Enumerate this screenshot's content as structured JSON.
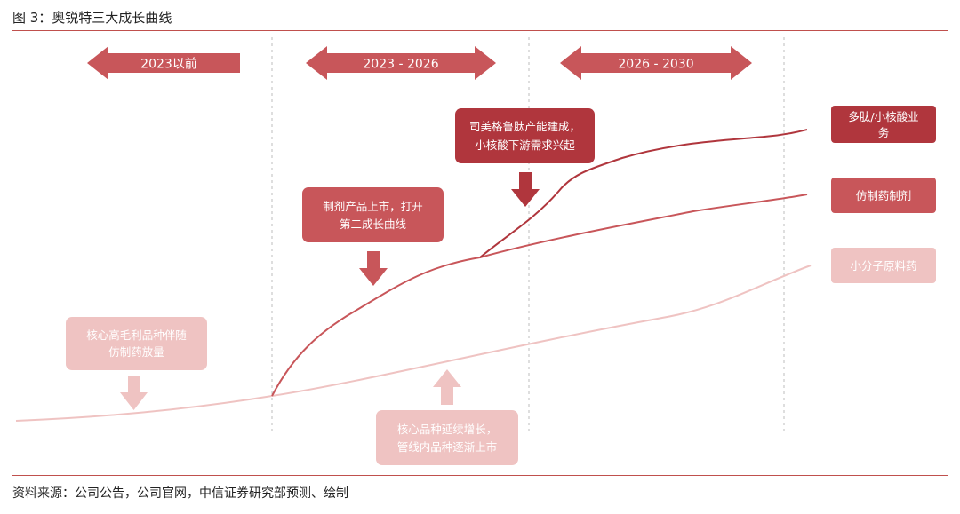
{
  "figure_title": "图 3：奥锐特三大成长曲线",
  "source": "资料来源：公司公告，公司官网，中信证券研究部预测、绘制",
  "periods": [
    "2023以前",
    "2023 - 2026",
    "2026 - 2030"
  ],
  "annotations": {
    "high_margin": [
      "核心高毛利品种伴随",
      "仿制药放量"
    ],
    "formulation_launch": [
      "制剂产品上市，打开",
      "第二成长曲线"
    ],
    "semaglutide": [
      "司美格鲁肽产能建成，",
      "小核酸下游需求兴起"
    ],
    "core_growth": [
      "核心品种延续增长，",
      "管线内品种逐渐上市"
    ]
  },
  "curve_labels": {
    "peptide": [
      "多肽/小核酸业",
      "务"
    ],
    "generic_formulation": [
      "仿制药制剂"
    ],
    "small_molecule_api": [
      "小分子原料药"
    ]
  },
  "colors": {
    "dark_red": "#b0363d",
    "mid_red": "#c8565a",
    "light_pink": "#efc3c2",
    "rule": "#c0504d"
  }
}
